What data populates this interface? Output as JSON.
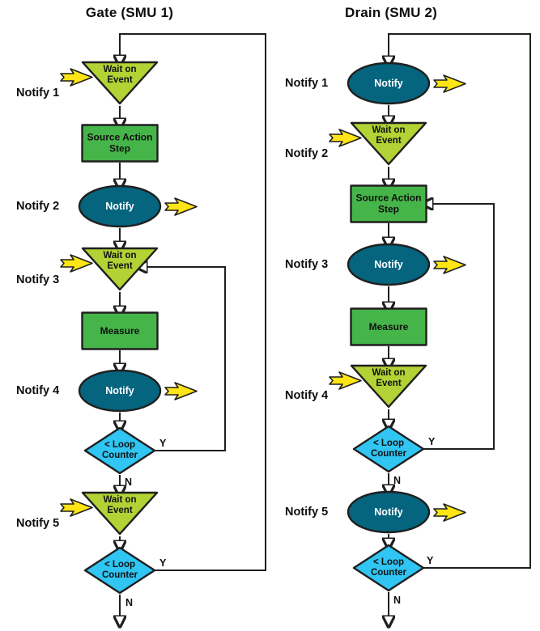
{
  "diagram": {
    "branch": {
      "yes": "Y",
      "no": "N"
    },
    "colors": {
      "wait_fill": "#b2d235",
      "action_fill": "#46b549",
      "notify_fill": "#05647e",
      "decision_fill": "#30c5f2",
      "bolt_fill": "#ffe515",
      "line": "#1f1f1f"
    },
    "columns": [
      {
        "title": "Gate (SMU 1)",
        "notify_labels": [
          "Notify 1",
          "Notify 2",
          "Notify 3",
          "Notify 4",
          "Notify 5"
        ],
        "nodes": [
          {
            "type": "wait-on-event",
            "label": "Wait on Event"
          },
          {
            "type": "source-action",
            "label": "Source Action Step"
          },
          {
            "type": "notify",
            "label": "Notify"
          },
          {
            "type": "wait-on-event",
            "label": "Wait on Event"
          },
          {
            "type": "measure",
            "label": "Measure"
          },
          {
            "type": "notify",
            "label": "Notify"
          },
          {
            "type": "decision",
            "label": "< Loop Counter"
          },
          {
            "type": "wait-on-event",
            "label": "Wait on Event"
          },
          {
            "type": "decision",
            "label": "< Loop Counter"
          }
        ]
      },
      {
        "title": "Drain (SMU 2)",
        "notify_labels": [
          "Notify 1",
          "Notify 2",
          "Notify 3",
          "Notify 4",
          "Notify 5"
        ],
        "nodes": [
          {
            "type": "notify",
            "label": "Notify"
          },
          {
            "type": "wait-on-event",
            "label": "Wait on Event"
          },
          {
            "type": "source-action",
            "label": "Source Action Step"
          },
          {
            "type": "notify",
            "label": "Notify"
          },
          {
            "type": "measure",
            "label": "Measure"
          },
          {
            "type": "wait-on-event",
            "label": "Wait on Event"
          },
          {
            "type": "decision",
            "label": "< Loop Counter"
          },
          {
            "type": "notify",
            "label": "Notify"
          },
          {
            "type": "decision",
            "label": "< Loop Counter"
          }
        ]
      }
    ]
  }
}
